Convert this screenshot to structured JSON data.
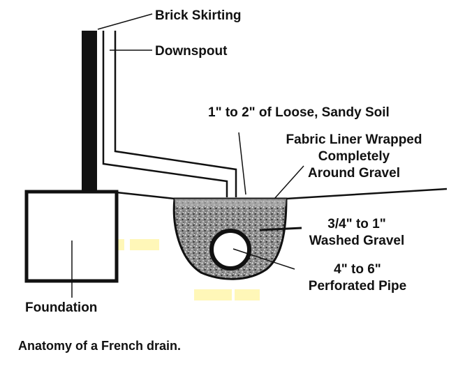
{
  "labels": {
    "brick_skirting": "Brick Skirting",
    "downspout": "Downspout",
    "loose_soil": "1\" to 2\" of Loose, Sandy Soil",
    "fabric_liner": [
      "Fabric Liner Wrapped",
      "Completely",
      "Around Gravel"
    ],
    "washed_gravel": [
      "3/4\" to 1\"",
      "Washed Gravel"
    ],
    "perforated_pipe": [
      "4\" to 6\"",
      "Perforated Pipe"
    ],
    "foundation": "Foundation"
  },
  "caption": "Anatomy of a French drain.",
  "colors": {
    "ink": "#111111",
    "highlight": "#fff7b8",
    "background": "#ffffff"
  }
}
